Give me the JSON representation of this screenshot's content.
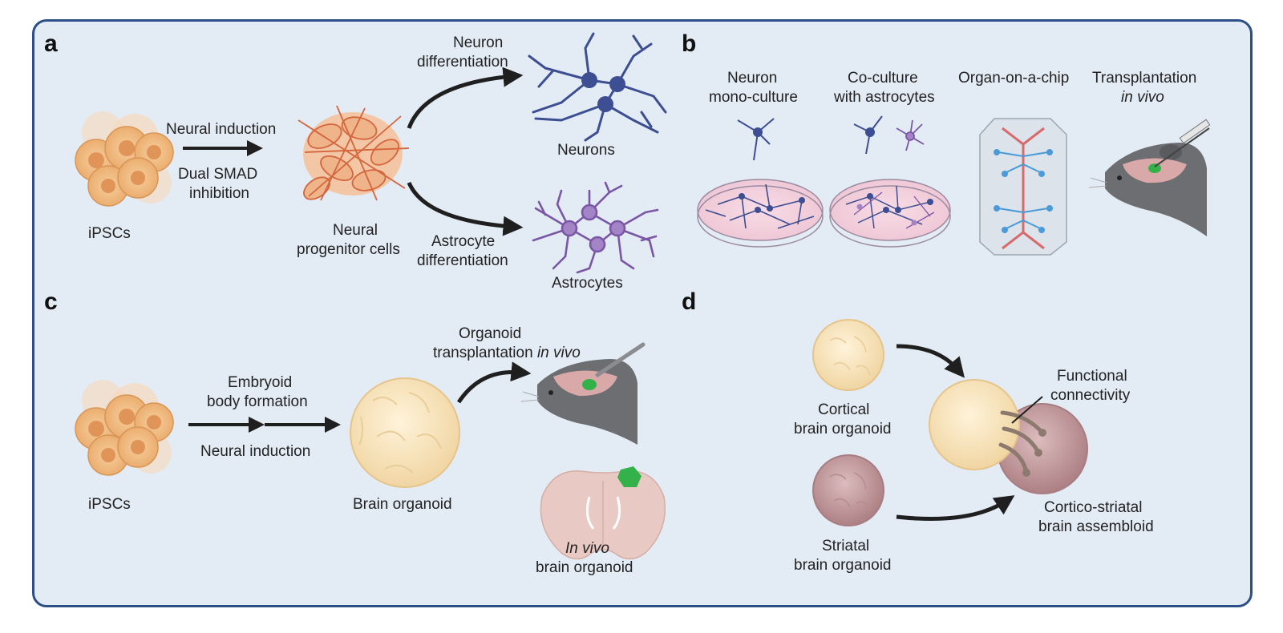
{
  "panels": {
    "a": {
      "letter": "a",
      "ipscs": "iPSCs",
      "step1_top": "Neural induction",
      "step1_bottom_1": "Dual SMAD",
      "step1_bottom_2": "inhibition",
      "npc_1": "Neural",
      "npc_2": "progenitor cells",
      "neuron_diff_1": "Neuron",
      "neuron_diff_2": "differentiation",
      "neurons": "Neurons",
      "astro_diff_1": "Astrocyte",
      "astro_diff_2": "differentiation",
      "astrocytes": "Astrocytes"
    },
    "b": {
      "letter": "b",
      "mono_1": "Neuron",
      "mono_2": "mono-culture",
      "co_1": "Co-culture",
      "co_2": "with astrocytes",
      "chip": "Organ-on-a-chip",
      "trans_1": "Transplantation",
      "trans_2": "in vivo"
    },
    "c": {
      "letter": "c",
      "ipscs": "iPSCs",
      "eb_1": "Embryoid",
      "eb_2": "body formation",
      "neural_induction": "Neural induction",
      "brain_organoid": "Brain organoid",
      "org_trans_1": "Organoid",
      "org_trans_2": "transplantation",
      "org_trans_3": "in vivo",
      "invivo_1": "In vivo",
      "invivo_2": "brain organoid"
    },
    "d": {
      "letter": "d",
      "cortical_1": "Cortical",
      "cortical_2": "brain organoid",
      "striatal_1": "Striatal",
      "striatal_2": "brain organoid",
      "func_1": "Functional",
      "func_2": "connectivity",
      "assembloid_1": "Cortico-striatal",
      "assembloid_2": "brain assembloid"
    }
  },
  "colors": {
    "panel_bg": "#e3ecf5",
    "border": "#2c4f86",
    "arrow": "#1f1f1f",
    "ipsc": "#eeb478",
    "neuron": "#3d4e92",
    "astrocyte": "#7a56a5",
    "cortical": "#f5deb0",
    "striatal": "#b98f92",
    "green": "#33b24a",
    "chip_red": "#d76a6a",
    "chip_blue": "#4a9bd8"
  }
}
